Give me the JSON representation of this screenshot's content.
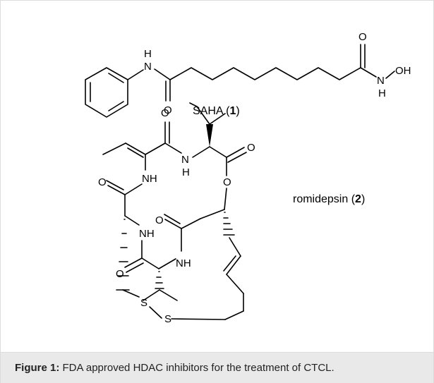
{
  "figure": {
    "caption_label": "Figure 1:",
    "caption_text": " FDA approved HDAC inhibitors for the treatment of CTCL."
  },
  "compounds": [
    {
      "name": "SAHA",
      "number": "1"
    },
    {
      "name": "romidepsin",
      "number": "2"
    }
  ],
  "atom_labels": {
    "O": "O",
    "H": "H",
    "OH": "OH",
    "NH": "NH",
    "S": "S",
    "N": "N"
  },
  "colors": {
    "caption_bg": "#e9e9e9",
    "border": "#dcdcdc",
    "ink": "#000000"
  }
}
